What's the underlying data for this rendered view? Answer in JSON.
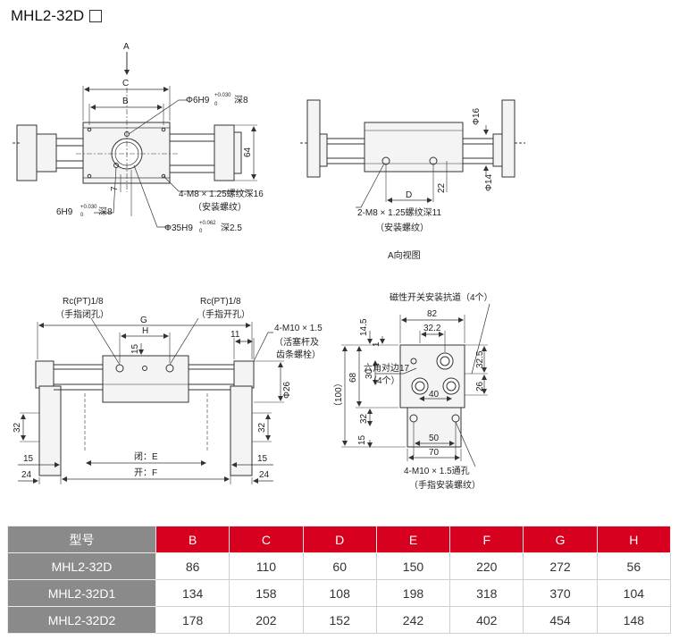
{
  "title": "MHL2-32D",
  "view_a": {
    "arrow_label": "A",
    "dim_c": "C",
    "dim_b": "B",
    "hole_top_main": "Φ6H9",
    "hole_top_tol": "+0.030",
    "hole_top_tol0": "0",
    "hole_top_depth": "深8",
    "dim_64": "64",
    "dim_7": "7",
    "thread_4m8": "4-M8 × 1.25螺纹深16",
    "thread_4m8_note": "（安装螺纹）",
    "hole_left_main": "6H9",
    "hole_left_tol": "+0.030",
    "hole_left_tol0": "0",
    "hole_left_depth": "深8",
    "bore_main": "Φ35H9",
    "bore_tol": "+0.062",
    "bore_tol0": "0",
    "bore_depth": "深2.5"
  },
  "view_b": {
    "dim_phi16": "Φ16",
    "dim_phi14": "Φ14",
    "dim_d": "D",
    "dim_22": "22",
    "thread_2m8": "2-M8 × 1.25螺纹深11",
    "thread_2m8_note": "（安装螺纹）",
    "caption": "A向视图"
  },
  "view_c": {
    "port_left": "Rc(PT)1/8",
    "port_left_note": "（手指闭孔）",
    "port_right": "Rc(PT)1/8",
    "port_right_note": "（手指开孔）",
    "dim_g": "G",
    "dim_h": "H",
    "dim_15a": "15",
    "dim_11": "11",
    "thread_4m10": "4-M10 × 1.5",
    "thread_4m10_note1": "（活塞杆及",
    "thread_4m10_note2": "齿条螺栓）",
    "dim_phi26": "Φ26",
    "dim_32l": "32",
    "dim_32r": "32",
    "dim_15l": "15",
    "dim_15r": "15",
    "dim_24l": "24",
    "dim_24r": "24",
    "dim_close": "闭：E",
    "dim_open": "开：F"
  },
  "view_d": {
    "track_note": "磁性开关安装抗道（4个）",
    "dim_82": "82",
    "dim_14_5": "14.5",
    "dim_1": "1",
    "dim_32_2": "32.2",
    "dim_100": "（100）",
    "dim_68": "68",
    "dim_30": "30",
    "hex_note": "六角对边17",
    "hex_count": "（4个）",
    "dim_32_5": "32.5",
    "dim_26": "26",
    "dim_40": "40",
    "dim_32": "32",
    "dim_15": "15",
    "dim_50": "50",
    "dim_70": "70",
    "thread_4m10": "4-M10 × 1.5通孔",
    "thread_4m10_note": "（手指安装螺纹）"
  },
  "table": {
    "header": [
      "型号",
      "B",
      "C",
      "D",
      "E",
      "F",
      "G",
      "H"
    ],
    "rows": [
      [
        "MHL2-32D",
        "86",
        "110",
        "60",
        "150",
        "220",
        "272",
        "56"
      ],
      [
        "MHL2-32D1",
        "134",
        "158",
        "108",
        "198",
        "318",
        "370",
        "104"
      ],
      [
        "MHL2-32D2",
        "178",
        "202",
        "152",
        "242",
        "402",
        "454",
        "148"
      ]
    ]
  },
  "colors": {
    "table_header": "#d7001e",
    "model_column": "#8a8a8a",
    "part_fill": "#f2f2f2",
    "line": "#333333"
  }
}
